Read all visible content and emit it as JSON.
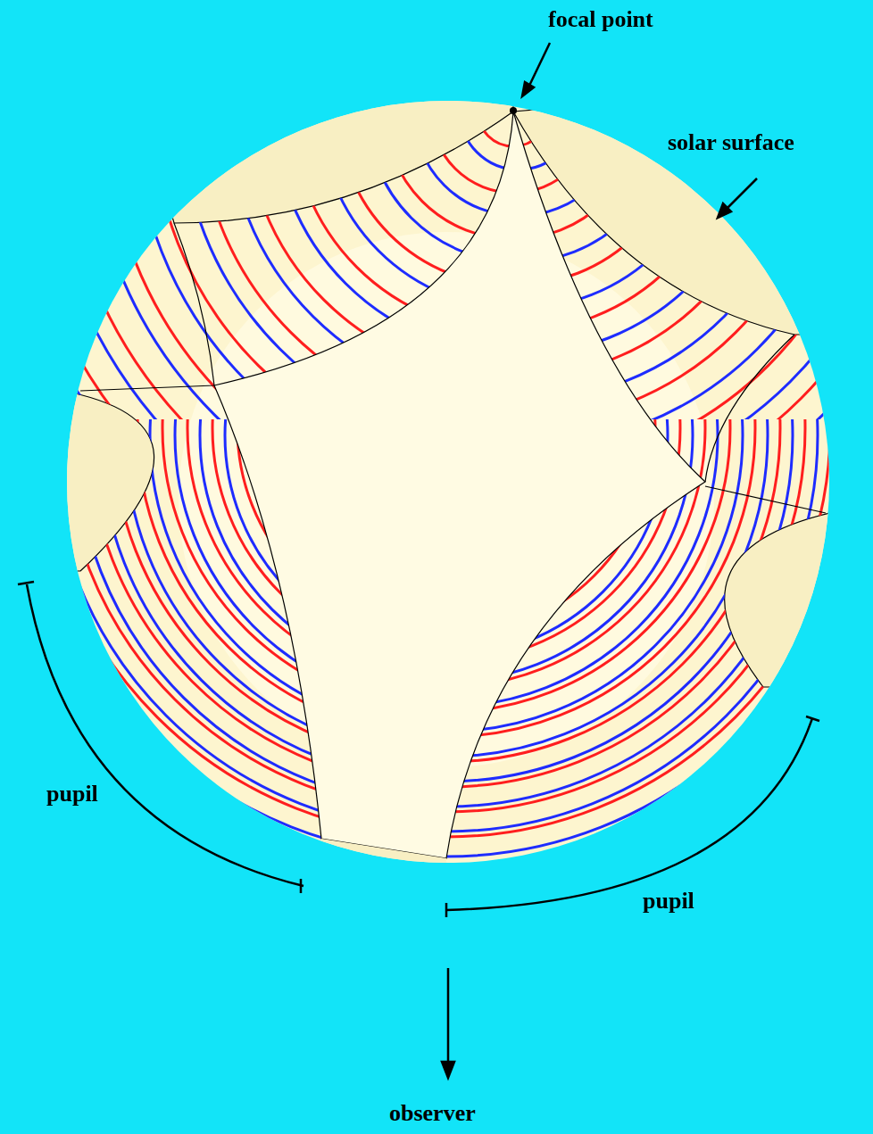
{
  "diagram": {
    "labels": [
      "focal point",
      "solar surface",
      "pupil",
      "pupil",
      "observer"
    ]
  }
}
